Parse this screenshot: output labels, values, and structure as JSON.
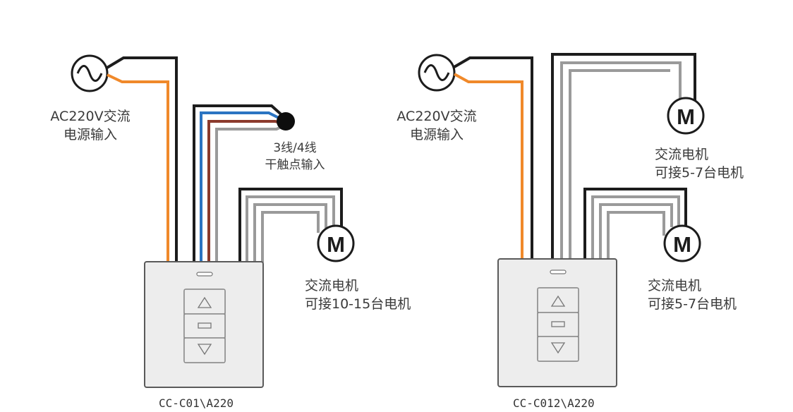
{
  "left_diagram": {
    "power_label_line1": "AC220V交流",
    "power_label_line2": "电源输入",
    "dry_contact_line1": "3线/4线",
    "dry_contact_line2": "干触点输入",
    "motor_label_line1": "交流电机",
    "motor_label_line2": "可接10-15台电机",
    "motor_symbol": "M",
    "model": "CC-C01\\A220"
  },
  "right_diagram": {
    "power_label_line1": "AC220V交流",
    "power_label_line2": "电源输入",
    "motor_top_label_line1": "交流电机",
    "motor_top_label_line2": "可接5-7台电机",
    "motor_bottom_label_line1": "交流电机",
    "motor_bottom_label_line2": "可接5-7台电机",
    "motor_symbol": "M",
    "model": "CC-C012\\A220"
  },
  "colors": {
    "live_wire": "#f0892a",
    "neutral_wire": "#1c1c1c",
    "blue_wire": "#2b74c2",
    "brown_wire": "#8b3a2c",
    "gray_wire": "#9a9a9a",
    "panel_fill": "#ededed",
    "panel_stroke": "#5a5a5a"
  },
  "icons": [
    "ac-source-icon",
    "motor-icon",
    "up-arrow-icon",
    "stop-icon",
    "down-arrow-icon"
  ]
}
